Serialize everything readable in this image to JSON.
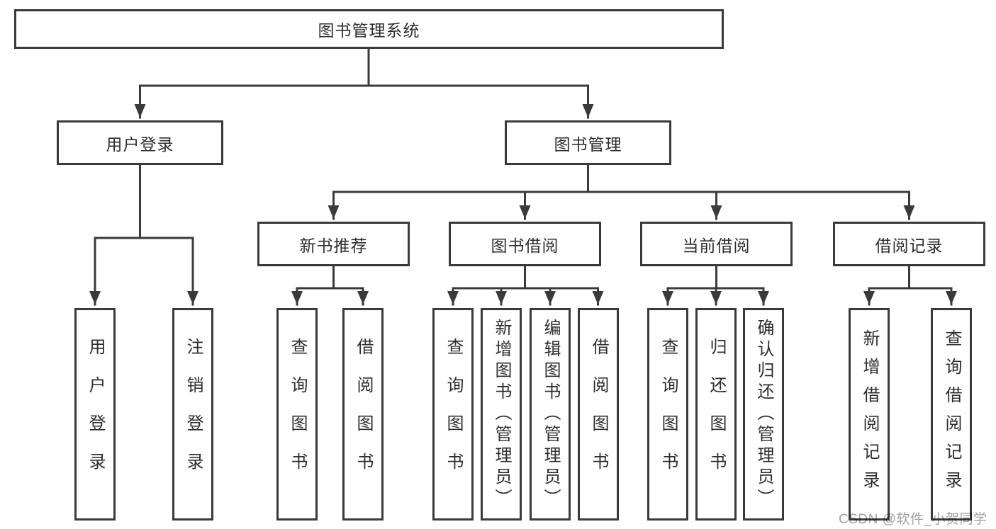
{
  "colors": {
    "background": "#ffffff",
    "line": "#3a3a3a",
    "box_border": "#3a3a3a",
    "text": "#2d2d2d",
    "watermark": "#a2a2a2"
  },
  "diagram": {
    "root": {
      "label": "图书管理系统"
    },
    "level2": [
      {
        "label": "用户登录"
      },
      {
        "label": "图书管理"
      }
    ],
    "level3": [
      {
        "label": "新书推荐",
        "parent": "图书管理"
      },
      {
        "label": "图书借阅",
        "parent": "图书管理"
      },
      {
        "label": "当前借阅",
        "parent": "图书管理"
      },
      {
        "label": "借阅记录",
        "parent": "图书管理"
      }
    ],
    "leaves": [
      {
        "label": "用户登录",
        "parent": "用户登录"
      },
      {
        "label": "注销登录",
        "parent": "用户登录"
      },
      {
        "label": "查询图书",
        "parent": "新书推荐"
      },
      {
        "label": "借阅图书",
        "parent": "新书推荐"
      },
      {
        "label": "查询图书",
        "parent": "图书借阅"
      },
      {
        "label": "新增图书（管理员）",
        "parent": "图书借阅"
      },
      {
        "label": "编辑图书（管理员）",
        "parent": "图书借阅"
      },
      {
        "label": "借阅图书",
        "parent": "图书借阅"
      },
      {
        "label": "查询图书",
        "parent": "当前借阅"
      },
      {
        "label": "归还图书",
        "parent": "当前借阅"
      },
      {
        "label": "确认归还（管理员）",
        "parent": "当前借阅"
      },
      {
        "label": "新增借阅记录",
        "parent": "借阅记录"
      },
      {
        "label": "查询借阅记录",
        "parent": "借阅记录"
      }
    ],
    "watermark": "CSDN @软件_小贺同学"
  }
}
